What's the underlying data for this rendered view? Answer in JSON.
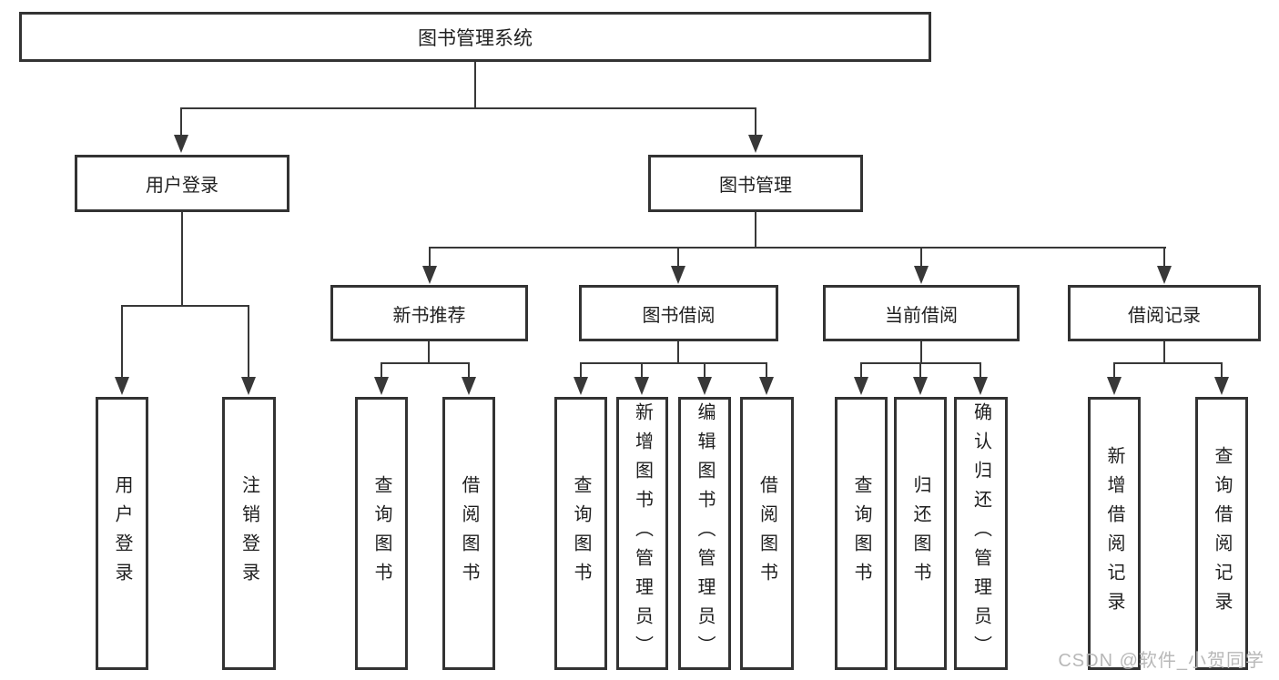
{
  "tree": {
    "root": "图书管理系统",
    "branches": [
      {
        "label": "用户登录",
        "leaves": [
          "用户登录",
          "注销登录"
        ]
      },
      {
        "label": "图书管理",
        "groups": [
          {
            "label": "新书推荐",
            "leaves": [
              "查询图书",
              "借阅图书"
            ]
          },
          {
            "label": "图书借阅",
            "leaves": [
              "查询图书",
              "新增图书（管理员）",
              "编辑图书（管理员）",
              "借阅图书"
            ]
          },
          {
            "label": "当前借阅",
            "leaves": [
              "查询图书",
              "归还图书",
              "确认归还（管理员）"
            ]
          },
          {
            "label": "借阅记录",
            "leaves": [
              "新增借阅记录",
              "查询借阅记录"
            ]
          }
        ]
      }
    ]
  },
  "watermark": "CSDN @软件_小贺同学",
  "colors": {
    "line": "#383838",
    "border": "#333333",
    "text": "#1f1f1f",
    "watermark": "#b8b8b8",
    "background": "#ffffff"
  }
}
